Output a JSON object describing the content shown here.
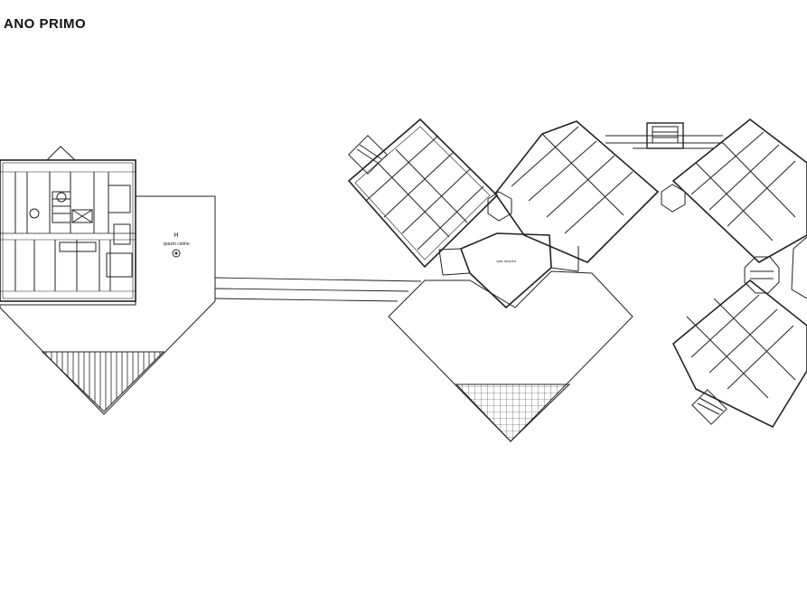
{
  "plan": {
    "title": "ANO PRIMO",
    "left_block": {
      "zone_letter": "H",
      "zone_label": "spazio calmo"
    },
    "central_block": {
      "room_label": "sala riunioni"
    }
  },
  "colors": {
    "line": "#222222",
    "background": "#ffffff"
  }
}
